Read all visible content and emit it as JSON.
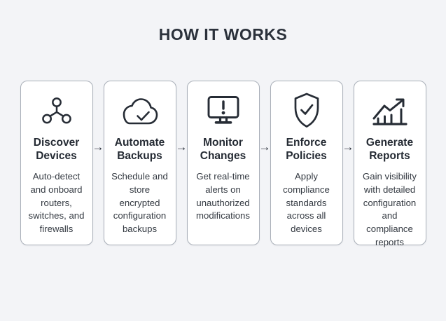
{
  "title": "HOW IT WORKS",
  "arrow_glyph": "→",
  "colors": {
    "page_background": "#f3f4f7",
    "card_background": "#ffffff",
    "card_border": "#aab0b9",
    "heading_text": "#242a33",
    "body_text": "#343a42",
    "icon_stroke": "#262c35"
  },
  "steps": [
    {
      "icon": "network-nodes-icon",
      "title": "Discover Devices",
      "description": "Auto-detect and onboard routers, switches, and firewalls"
    },
    {
      "icon": "cloud-check-icon",
      "title": "Automate Backups",
      "description": "Schedule and store encrypted configuration backups"
    },
    {
      "icon": "monitor-alert-icon",
      "title": "Monitor Changes",
      "description": "Get real-time alerts on unauthorized modifications"
    },
    {
      "icon": "shield-check-icon",
      "title": "Enforce Policies",
      "description": "Apply compliance standards across all devices"
    },
    {
      "icon": "trend-chart-icon",
      "title": "Generate Reports",
      "description": "Gain visibility with detailed configuration and compliance reports"
    }
  ]
}
